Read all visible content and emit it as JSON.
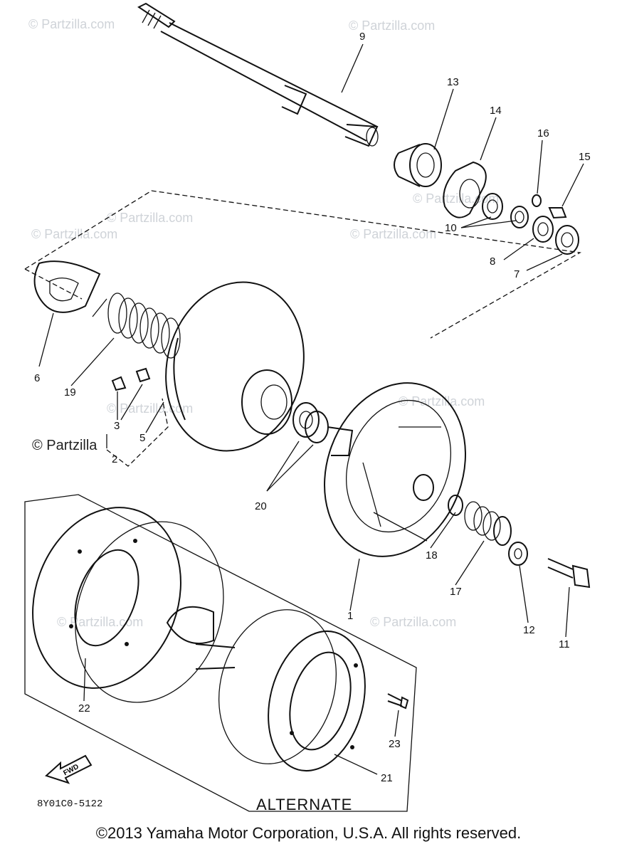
{
  "diagram": {
    "part_numbers": [
      "9",
      "13",
      "14",
      "16",
      "15",
      "10",
      "8",
      "7",
      "6",
      "19",
      "3",
      "5",
      "2",
      "20",
      "1",
      "18",
      "17",
      "12",
      "11",
      "22",
      "23",
      "21"
    ],
    "drawing_code": "8Y01C0-5122",
    "alternate_label": "ALTERNATE",
    "fwd_label": "FWD",
    "watermarks": [
      "© Partzilla",
      "© Partzilla.com"
    ]
  },
  "footer": {
    "copyright": "©2013  Yamaha Motor Corporation, U.S.A. All rights reserved."
  }
}
